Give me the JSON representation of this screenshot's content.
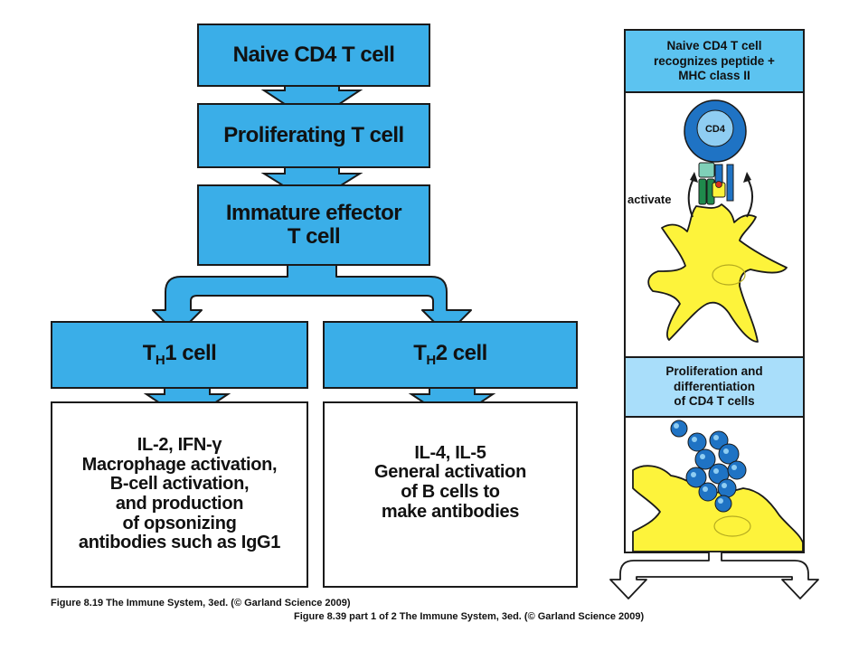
{
  "flowchart": {
    "naive": "Naive CD4 T cell",
    "proliferating": "Proliferating T cell",
    "immature_line1": "Immature effector",
    "immature_line2": "T cell",
    "th1": {
      "prefix": "T",
      "subscript": "H",
      "suffix": "1 cell"
    },
    "th2": {
      "prefix": "T",
      "subscript": "H",
      "suffix": "2 cell"
    },
    "th1_products": [
      "IL-2, IFN-γ",
      "Macrophage activation,",
      "B-cell activation,",
      "and production",
      "of opsonizing",
      "antibodies such as IgG1"
    ],
    "th2_products": [
      "IL-4, IL-5",
      "General activation",
      "of B cells to",
      "make antibodies"
    ]
  },
  "panel": {
    "top_caption": [
      "Naive CD4 T cell",
      "recognizes peptide +",
      "MHC class II"
    ],
    "cd4_label": "CD4",
    "activate_label": "activate",
    "mid_caption": [
      "Proliferation and",
      "differentiation",
      "of CD4 T cells"
    ]
  },
  "captions": {
    "figure_819": "Figure 8.19 The Immune System, 3ed. (© Garland Science 2009)",
    "figure_839": "Figure 8.39 part 1 of 2 The Immune System, 3ed. (© Garland Science 2009)"
  },
  "colors": {
    "box_blue": "#3aaee8",
    "panel_blue_dark": "#5cc3f0",
    "panel_blue_light": "#a9defa",
    "cell_yellow": "#fdf33b",
    "tcell_blue": "#1f73c4",
    "outline": "#1a1a1a"
  }
}
